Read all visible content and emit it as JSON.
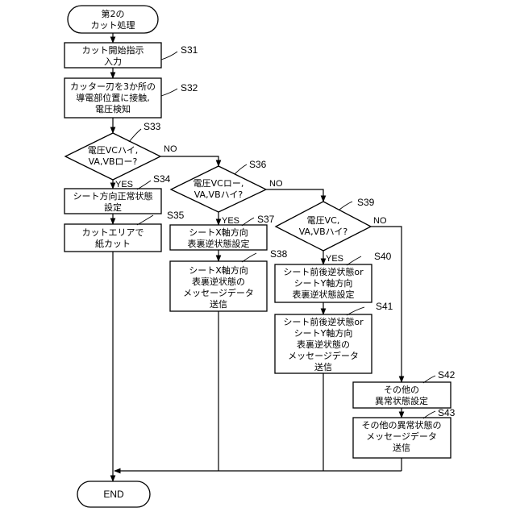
{
  "start": [
    "第2の",
    "カット処理"
  ],
  "end": "END",
  "yes": "YES",
  "no": "NO",
  "steps": {
    "s31": {
      "id": "S31",
      "lines": [
        "カット開始指示",
        "入力"
      ]
    },
    "s32": {
      "id": "S32",
      "lines": [
        "カッター刃を3か所の",
        "導電部位置に接触,",
        "電圧検知"
      ]
    },
    "s33": {
      "id": "S33",
      "lines": [
        "電圧VCハイ,",
        "VA,VBロー?"
      ]
    },
    "s34": {
      "id": "S34",
      "lines": [
        "シート方向正常状態",
        "設定"
      ]
    },
    "s35": {
      "id": "S35",
      "lines": [
        "カットエリアで",
        "紙カット"
      ]
    },
    "s36": {
      "id": "S36",
      "lines": [
        "電圧VCロー,",
        "VA,VBハイ?"
      ]
    },
    "s37": {
      "id": "S37",
      "lines": [
        "シートX軸方向",
        "表裏逆状態設定"
      ]
    },
    "s38": {
      "id": "S38",
      "lines": [
        "シートX軸方向",
        "表裏逆状態の",
        "メッセージデータ",
        "送信"
      ]
    },
    "s39": {
      "id": "S39",
      "lines": [
        "電圧VC,",
        "VA,VBハイ?"
      ]
    },
    "s40": {
      "id": "S40",
      "lines": [
        "シート前後逆状態or",
        "シートY軸方向",
        "表裏逆状態設定"
      ]
    },
    "s41": {
      "id": "S41",
      "lines": [
        "シート前後逆状態or",
        "シートY軸方向",
        "表裏逆状態の",
        "メッセージデータ",
        "送信"
      ]
    },
    "s42": {
      "id": "S42",
      "lines": [
        "その他の",
        "異常状態設定"
      ]
    },
    "s43": {
      "id": "S43",
      "lines": [
        "その他の異常状態の",
        "メッセージデータ",
        "送信"
      ]
    }
  }
}
